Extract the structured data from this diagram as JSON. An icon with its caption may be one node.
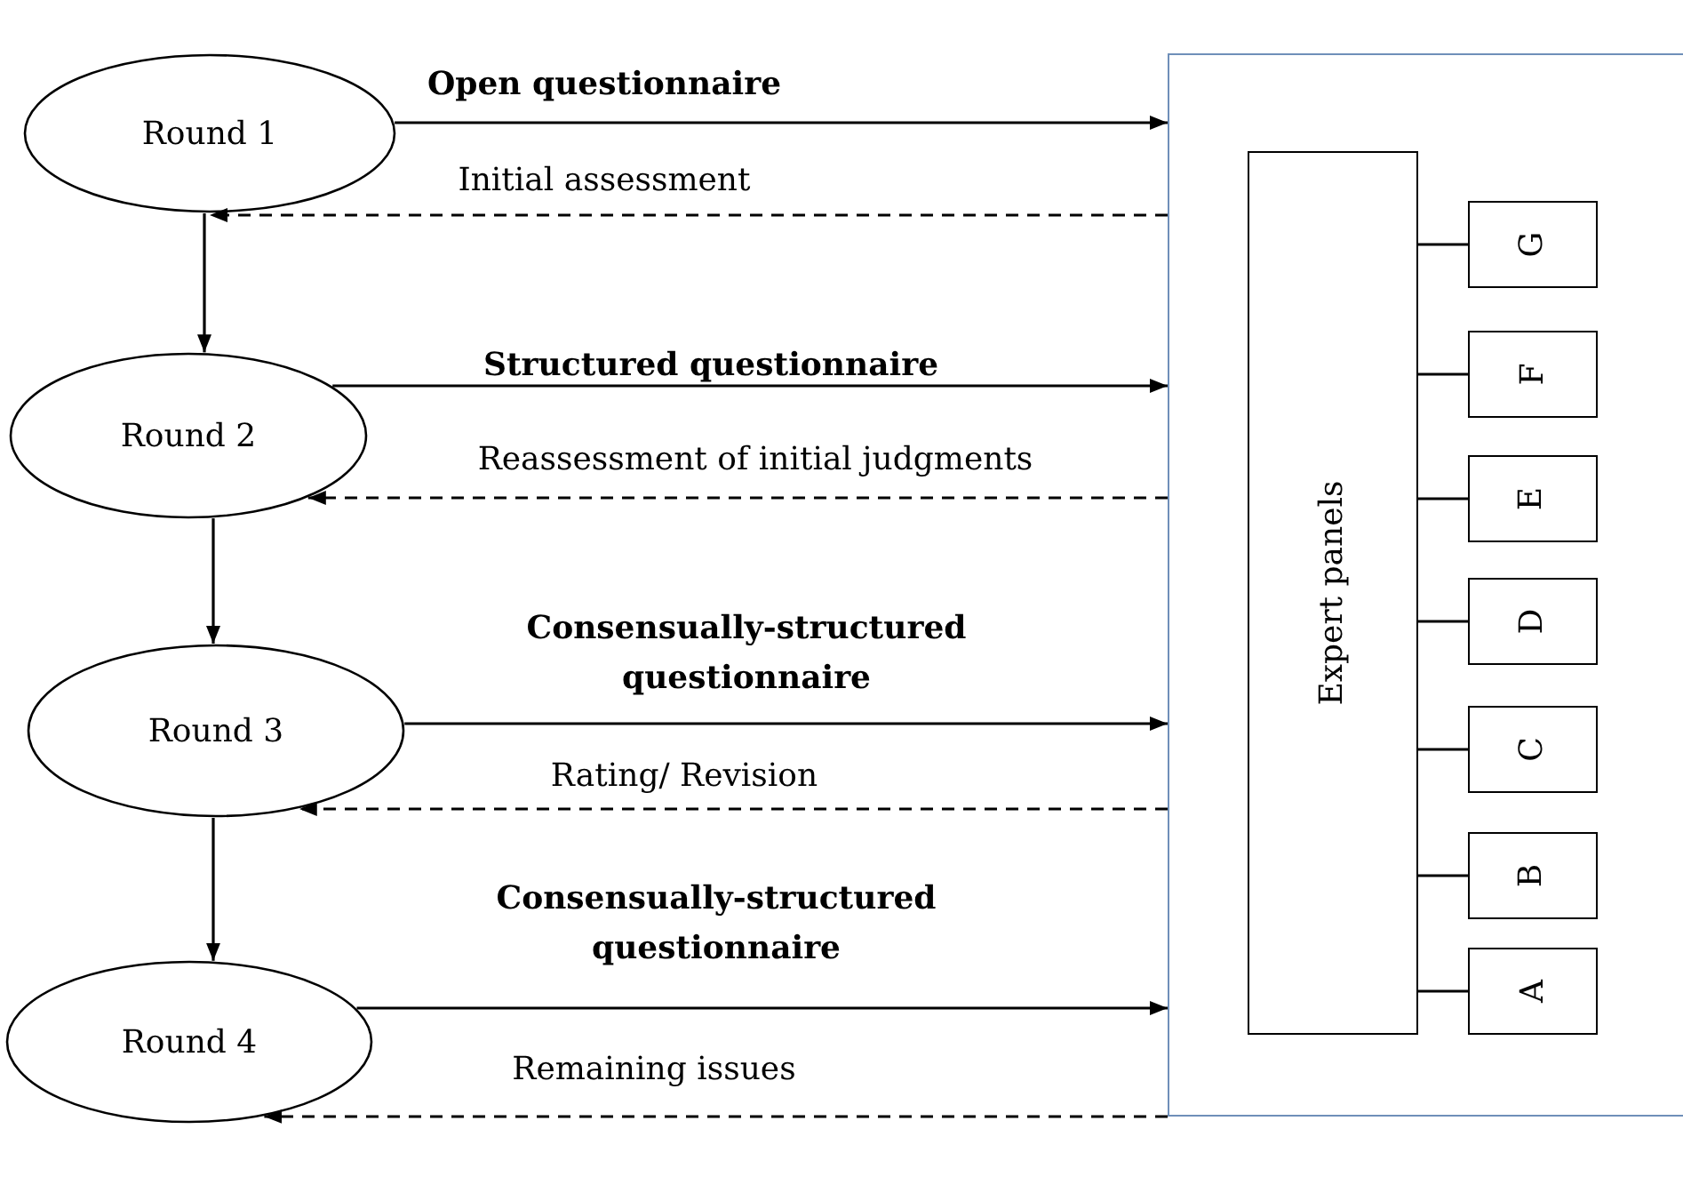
{
  "diagram": {
    "nodes": [
      {
        "text": [
          "Round 1"
        ]
      },
      {
        "text": [
          "Round 2"
        ]
      },
      {
        "text": [
          "Round 3"
        ]
      },
      {
        "text": [
          "Round 4"
        ]
      },
      {
        "text": [],
        "shape": "box"
      },
      {
        "text": [
          "Expert panels"
        ],
        "in": 4
      },
      {
        "text": [
          "G"
        ],
        "in": 4
      },
      {
        "text": [
          "F"
        ],
        "in": 4
      },
      {
        "text": [
          "E"
        ],
        "in": 4
      },
      {
        "text": [
          "D"
        ],
        "in": 4
      },
      {
        "text": [
          "C"
        ],
        "in": 4
      },
      {
        "text": [
          "B"
        ],
        "in": 4
      },
      {
        "text": [
          "A"
        ],
        "in": 4
      }
    ],
    "edges": [
      {
        "from": 0,
        "to": 1,
        "arrow": "to"
      },
      {
        "from": 1,
        "to": 2,
        "arrow": "to"
      },
      {
        "from": 2,
        "to": 3,
        "arrow": "to"
      },
      {
        "from": 0,
        "to": 4,
        "arrow": "to",
        "label": "Open questionnaire"
      },
      {
        "from": 4,
        "to": 0,
        "arrow": "to",
        "label": "Initial assessment",
        "style": "dashed"
      },
      {
        "from": 1,
        "to": 4,
        "arrow": "to",
        "label": "Structured questionnaire"
      },
      {
        "from": 4,
        "to": 1,
        "arrow": "to",
        "label": "Reassessment of initial judgments",
        "style": "dashed"
      },
      {
        "from": 2,
        "to": 4,
        "arrow": "to",
        "label": "Consensually-structured questionnaire"
      },
      {
        "from": 4,
        "to": 2,
        "arrow": "to",
        "label": "Rating/ Revision",
        "style": "dashed"
      },
      {
        "from": 3,
        "to": 4,
        "arrow": "to",
        "label": "Consensually-structured questionnaire"
      },
      {
        "from": 4,
        "to": 3,
        "arrow": "to",
        "label": "Remaining issues",
        "style": "dashed"
      },
      {
        "from": 5,
        "to": 6,
        "arrow": "none"
      },
      {
        "from": 5,
        "to": 7,
        "arrow": "none"
      },
      {
        "from": 5,
        "to": 8,
        "arrow": "none"
      },
      {
        "from": 5,
        "to": 9,
        "arrow": "none"
      },
      {
        "from": 5,
        "to": 10,
        "arrow": "none"
      },
      {
        "from": 5,
        "to": 11,
        "arrow": "none"
      },
      {
        "from": 5,
        "to": 12,
        "arrow": "none"
      }
    ]
  }
}
